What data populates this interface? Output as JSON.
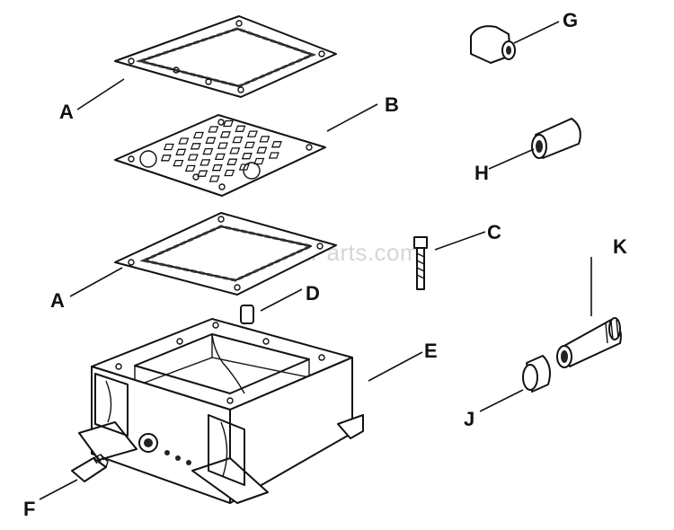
{
  "watermark": "eReplacementParts.com",
  "callouts": {
    "A_top": "A",
    "B": "B",
    "A_bottom": "A",
    "C": "C",
    "D": "D",
    "E": "E",
    "F": "F",
    "G": "G",
    "H": "H",
    "J": "J",
    "K": "K"
  }
}
